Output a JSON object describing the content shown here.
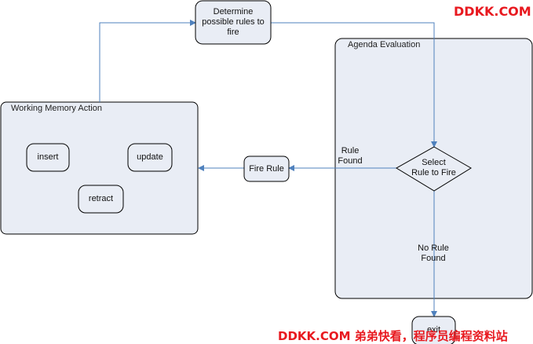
{
  "panels": {
    "working_memory": "Working Memory Action",
    "agenda": "Agenda  Evaluation"
  },
  "nodes": {
    "determine": "Determine\npossible rules to\nfire",
    "insert": "insert",
    "update": "update",
    "retract": "retract",
    "fire_rule": "Fire Rule",
    "select": "Select\nRule to Fire",
    "exit": "exit"
  },
  "edges": {
    "rule_found": "Rule\nFound",
    "no_rule_found": "No Rule\nFound"
  },
  "watermarks": {
    "top": "DDKK.COM",
    "bottom": "DDKK.COM 弟弟快看，程序员编程资料站"
  },
  "colors": {
    "panel_fill": "#e9edf5",
    "stroke": "#000000",
    "arrow": "#4f81bd",
    "watermark": "#e8191f"
  }
}
